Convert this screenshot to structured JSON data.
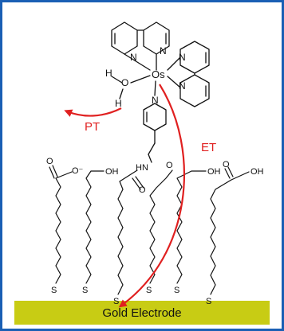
{
  "colors": {
    "border": "#1a5fb4",
    "electrode": "#c8cc14",
    "arrow": "#e02020",
    "ink": "#111111"
  },
  "labels": {
    "metal": "Os",
    "n": "N",
    "h": "H",
    "o": "O",
    "pt": "PT",
    "et": "ET",
    "hn": "HN",
    "s": "S",
    "oh": "OH",
    "carbox_minus": "O⁻",
    "electrode": "Gold Electrode"
  }
}
